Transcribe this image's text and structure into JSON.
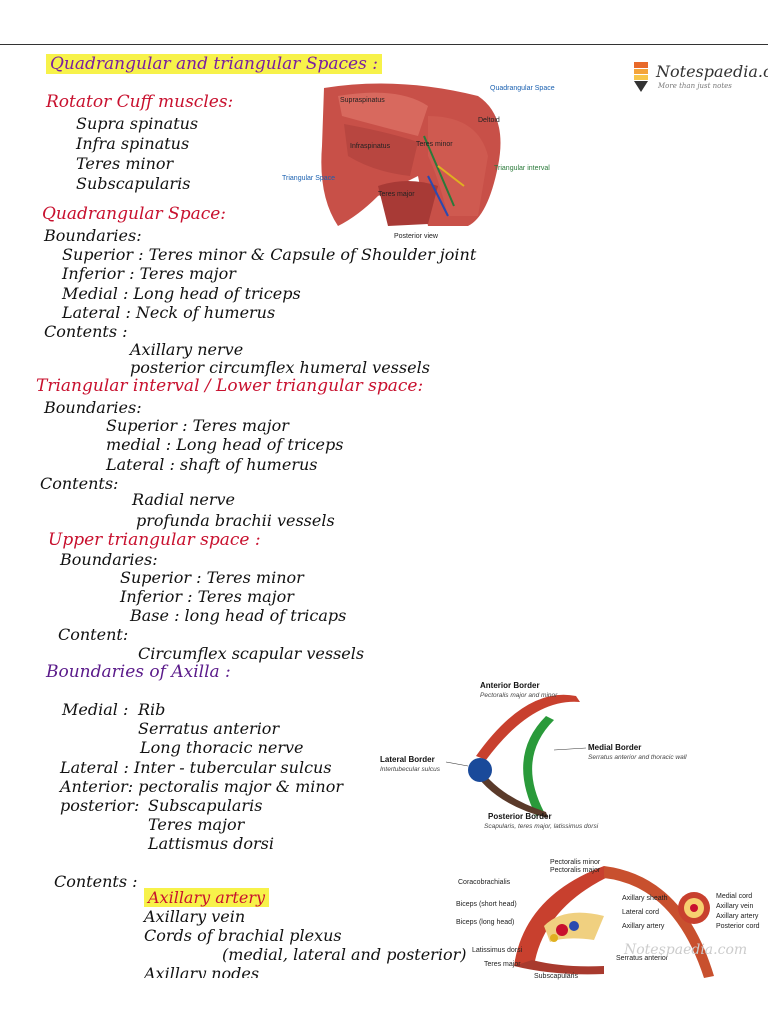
{
  "logo": {
    "brand": "Notespaedia.com",
    "tagline": "More than just notes"
  },
  "title": "Quadrangular and triangular Spaces :",
  "rotator": {
    "heading": "Rotator Cuff muscles:",
    "items": [
      "Supra spinatus",
      "Infra spinatus",
      "Teres minor",
      "Subscapularis"
    ]
  },
  "fig1": {
    "labels": {
      "supraspinatus": "Supraspinatus",
      "quadrangular": "Quadrangular Space",
      "deltoid": "Deltoid",
      "infraspinatus": "Infraspinatus",
      "teres_minor": "Teres minor",
      "triangular_interval": "Triangular interval",
      "triangular_space": "Triangular Space",
      "teres_major": "Teres major",
      "posterior_view": "Posterior view"
    }
  },
  "quad": {
    "heading": "Quadrangular Space:",
    "boundaries": "Boundaries:",
    "superior": "Superior : Teres minor & Capsule of Shoulder joint",
    "inferior": "Inferior : Teres major",
    "medial": "Medial : Long head of triceps",
    "lateral": "Lateral : Neck of humerus",
    "contents": "Contents :",
    "c1": "Axillary nerve",
    "c2": "posterior circumflex humeral vessels"
  },
  "tri": {
    "heading": "Triangular interval / Lower triangular space:",
    "boundaries": "Boundaries:",
    "superior": "Superior : Teres major",
    "medial": "medial : Long head of triceps",
    "lateral": "Lateral : shaft of humerus",
    "contents": "Contents:",
    "c1": "Radial nerve",
    "c2": "profunda brachii vessels"
  },
  "upper": {
    "heading": "Upper triangular space :",
    "boundaries": "Boundaries:",
    "superior": "Superior : Teres minor",
    "inferior": "Inferior : Teres major",
    "base": "Base : long head of tricaps",
    "content": "Content:",
    "c1": "Circumflex scapular vessels"
  },
  "axilla": {
    "heading": "Boundaries of Axilla :",
    "medial_key": "Medial :",
    "medial": [
      "Rib",
      "Serratus anterior",
      "Long thoracic nerve"
    ],
    "lateral": "Lateral : Inter - tubercular sulcus",
    "anterior": "Anterior: pectoralis major & minor",
    "posterior_key": "posterior:",
    "posterior": [
      "Subscapularis",
      "Teres major",
      "Lattismus dorsi"
    ],
    "contents": "Contents :",
    "c_artery": "Axillary artery",
    "c_vein": "Axillary vein",
    "c_cords": "Cords of brachial plexus",
    "c_cords2": "(medial, lateral and posterior)",
    "c_nodes": "Axillary nodes"
  },
  "fig2": {
    "anterior_title": "Anterior Border",
    "anterior_sub": "Pectoralis major and minor",
    "medial_title": "Medial Border",
    "medial_sub": "Serratus anterior and thoracic wall",
    "lateral_title": "Lateral Border",
    "lateral_sub": "Intertubecular sulcus",
    "posterior_title": "Posterior Border",
    "posterior_sub": "Scapularis, teres major, latissimus dorsi"
  },
  "fig3": {
    "l1": "Pectoralis minor",
    "l2": "Pectoralis major",
    "l3": "Coracobrachialis",
    "l4": "Biceps (short head)",
    "l5": "Biceps (long head)",
    "l6": "Latissimus dorsi",
    "l7": "Teres major",
    "l8": "Subscapularis",
    "l9": "Serratus anterior",
    "r1": "Axillary sheath",
    "r2": "Lateral cord",
    "r3": "Axillary artery",
    "k1": "Medial cord",
    "k2": "Axillary vein",
    "k3": "Axillary artery",
    "k4": "Posterior cord",
    "watermark": "Notespaedia.com"
  },
  "colors": {
    "red": "#c8102e",
    "purple": "#5a1a8a",
    "highlight": "#f7f24a"
  }
}
